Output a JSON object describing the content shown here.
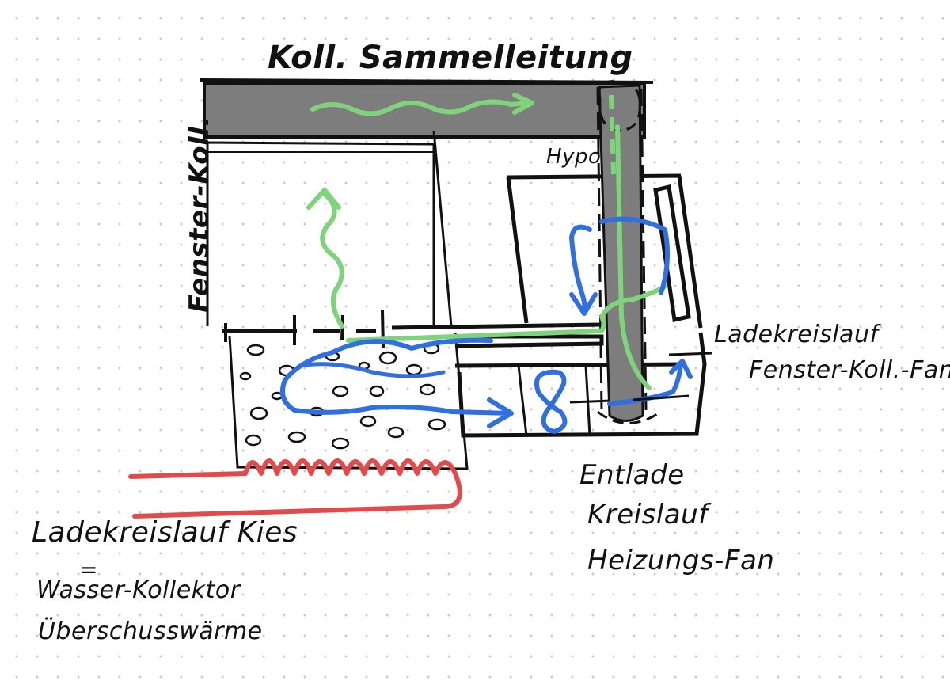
{
  "labels": {
    "collector_line": "Koll. Sammelleitung",
    "window_collector": "Fenster-Koll.",
    "hypo": "Hypo",
    "charge_loop_window": "Ladekreislauf",
    "charge_loop_window_2": "Fenster-Koll.-Fan",
    "discharge_1": "Entlade",
    "discharge_2": "Kreislauf",
    "discharge_3": "Heizungs-Fan",
    "charge_loop_gravel": "Ladekreislauf Kies",
    "equals": "=",
    "water_collector": "Wasser-Kollektor",
    "excess_heat": "Überschusswärme"
  },
  "colors": {
    "ink": "#111111",
    "duct_gray": "#7d7d7d",
    "flow_green": "#7fd37a",
    "flow_blue": "#2f6fe0",
    "heat_red": "#e24b4b"
  }
}
